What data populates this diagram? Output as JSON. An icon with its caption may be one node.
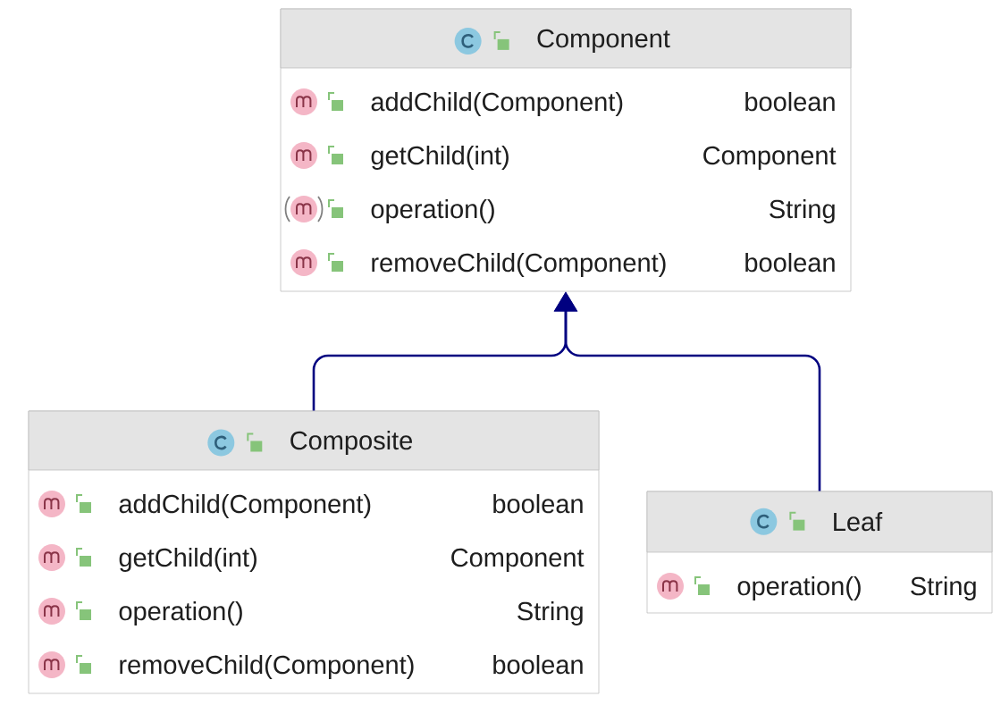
{
  "diagram": {
    "nodes": [
      {
        "text": [
          "Component",
          "addChild(Component)",
          "boolean",
          "getChild(int)",
          "Component",
          "operation()",
          "String",
          "removeChild(Component)",
          "boolean"
        ]
      },
      {
        "text": [
          "Composite",
          "addChild(Component)",
          "boolean",
          "getChild(int)",
          "Component",
          "operation()",
          "String",
          "removeChild(Component)",
          "boolean"
        ]
      },
      {
        "text": [
          "Leaf",
          "operation()",
          "String"
        ]
      }
    ],
    "edges": [
      {
        "from": 1,
        "to": 0,
        "arrow": "to"
      },
      {
        "from": 2,
        "to": 0,
        "arrow": "to"
      }
    ]
  }
}
